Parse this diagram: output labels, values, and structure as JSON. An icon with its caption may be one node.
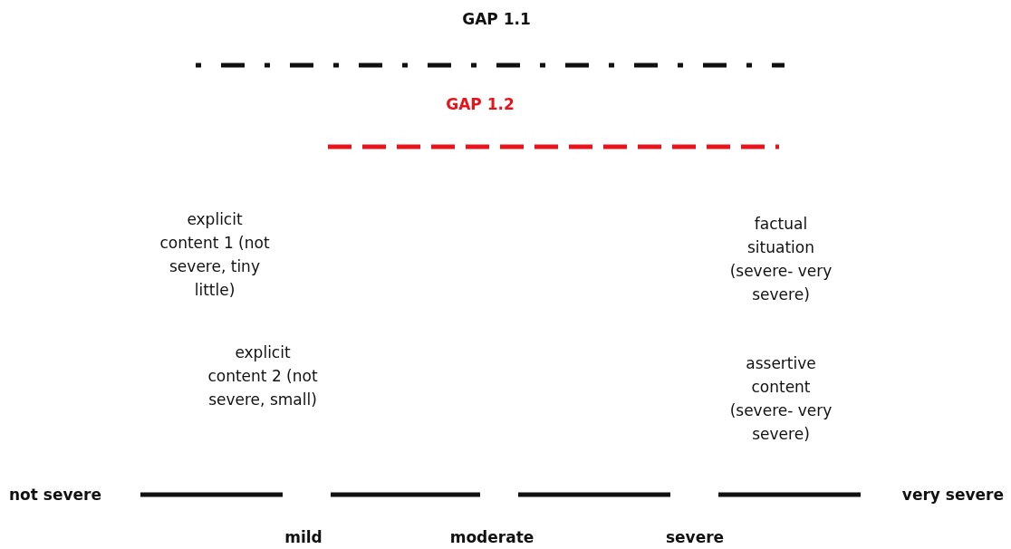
{
  "diagram": {
    "labels": [
      "GAP 1.1",
      "GAP 1.2",
      "explicit content 1 (not severe, tiny little)",
      "factual situation (severe- very severe)",
      "explicit content 2 (not severe, small)",
      "assertive content (severe- very severe)",
      "not severe",
      "very severe",
      "mild",
      "moderate",
      "severe"
    ]
  }
}
